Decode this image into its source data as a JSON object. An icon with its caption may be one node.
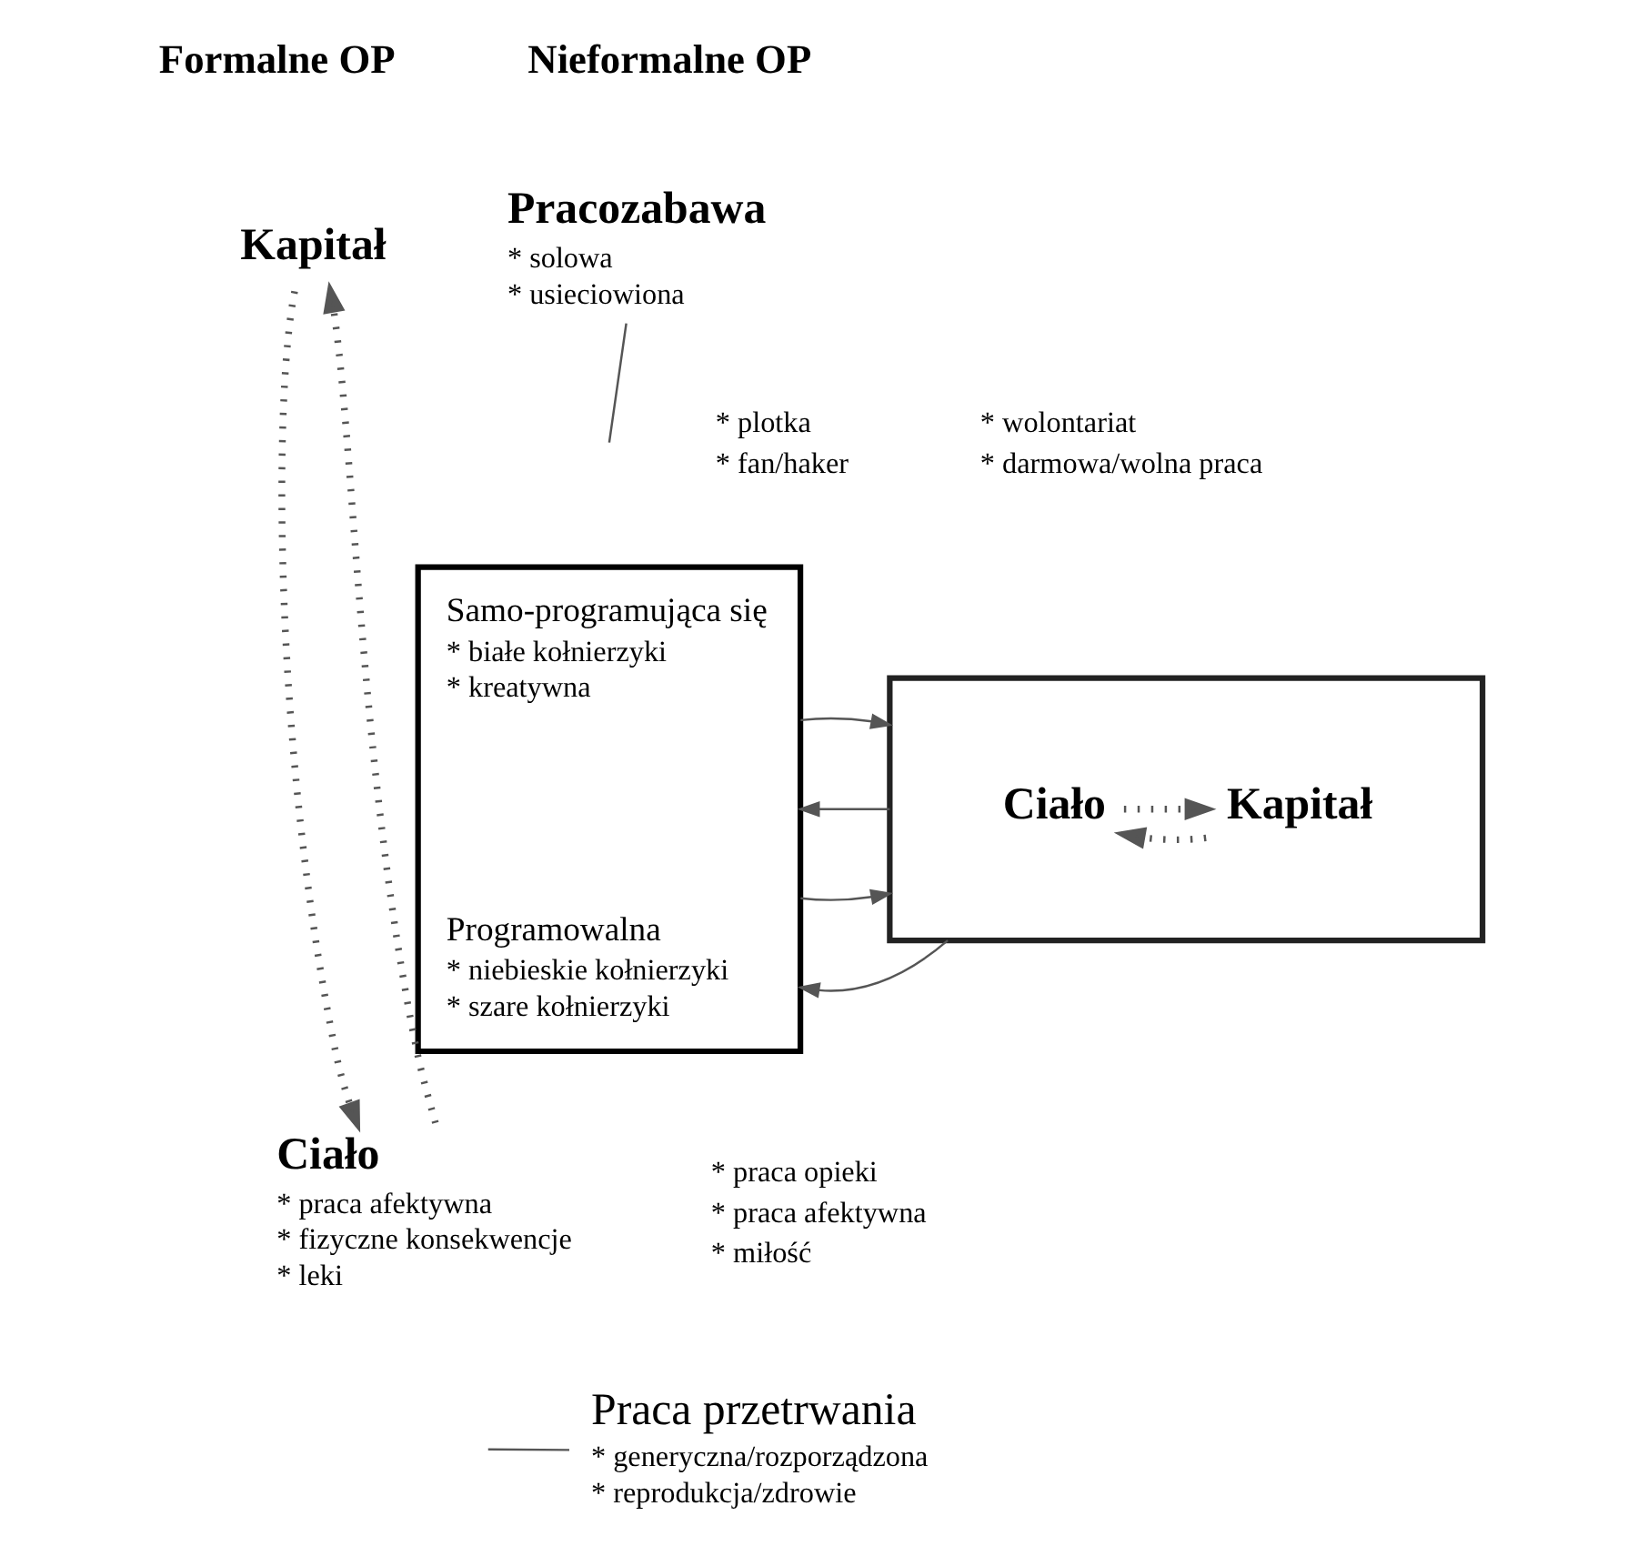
{
  "diagram": {
    "nodes": [
      {
        "text": [
          "Samo-programująca się",
          "* białe kołnierzyki",
          "* kreatywna",
          "Programowalna",
          "* niebieskie kołnierzyki",
          "* szare kołnierzyki"
        ]
      },
      {
        "text": [],
        "shape": "box"
      },
      {
        "text": [
          "Ciało"
        ],
        "in": 1
      },
      {
        "text": [
          "Kapitał"
        ],
        "in": 1
      },
      {
        "text": [
          "Kapitał"
        ]
      },
      {
        "text": [
          "Ciało"
        ],
        "beside": [
          "* praca afektywna",
          "* fizyczne konsekwencje",
          "* leki"
        ]
      },
      {
        "text": [
          "Pracozabawa"
        ],
        "beside": [
          "* solowa",
          "* usieciowiona"
        ]
      },
      {
        "text": [
          "Praca przetrwania"
        ],
        "beside": [
          "* generyczna/rozporządzona",
          "* reprodukcja/zdrowie"
        ]
      }
    ],
    "edges": [
      {
        "from": 4,
        "to": 5,
        "arrow": "to",
        "style": "dashed"
      },
      {
        "from": 5,
        "to": 4,
        "arrow": "to",
        "style": "dashed"
      },
      {
        "from": 1,
        "to": 0,
        "arrow": "to"
      },
      {
        "from": 0,
        "to": 1,
        "arrow": "to"
      },
      {
        "from": 1,
        "to": 0,
        "arrow": "to"
      },
      {
        "from": 0,
        "to": 1,
        "arrow": "to"
      },
      {
        "from": 3,
        "to": 2,
        "arrow": "to",
        "style": "dashed"
      },
      {
        "from": 2,
        "to": 3,
        "arrow": "to",
        "style": "dashed"
      },
      {
        "from": 6,
        "to": null,
        "arrow": "none"
      },
      {
        "from": 7,
        "to": null,
        "arrow": "none"
      }
    ],
    "labels": [
      "Formalne OP",
      "Nieformalne OP",
      "* plotka",
      "* fan/haker",
      "* wolontariat",
      "* darmowa/wolna praca",
      "* praca opieki",
      "* praca afektywna",
      "* miłość"
    ]
  }
}
